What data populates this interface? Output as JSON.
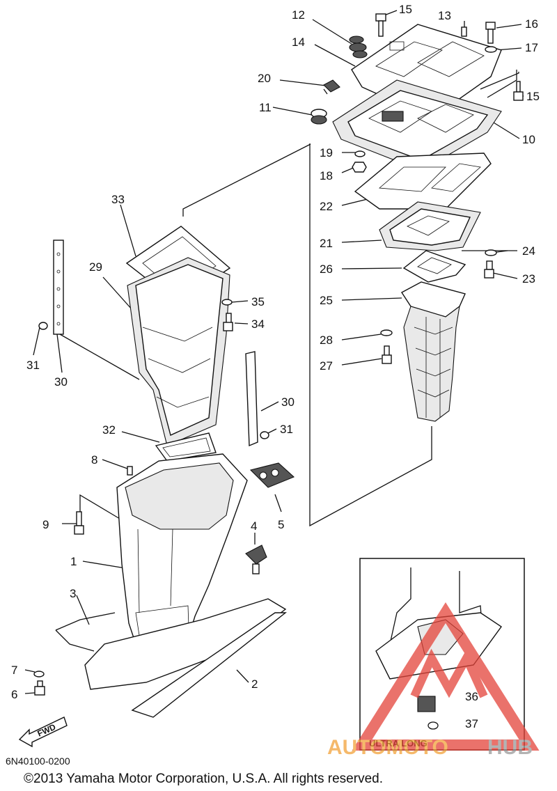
{
  "callouts": [
    {
      "id": "c12",
      "text": "12"
    },
    {
      "id": "c15a",
      "text": "15"
    },
    {
      "id": "c13",
      "text": "13"
    },
    {
      "id": "c16",
      "text": "16"
    },
    {
      "id": "c14",
      "text": "14"
    },
    {
      "id": "c17",
      "text": "17"
    },
    {
      "id": "c20",
      "text": "20"
    },
    {
      "id": "c15b",
      "text": "15"
    },
    {
      "id": "c11",
      "text": "11"
    },
    {
      "id": "c10",
      "text": "10"
    },
    {
      "id": "c19",
      "text": "19"
    },
    {
      "id": "c18",
      "text": "18"
    },
    {
      "id": "c33",
      "text": "33"
    },
    {
      "id": "c22",
      "text": "22"
    },
    {
      "id": "c21",
      "text": "21"
    },
    {
      "id": "c24",
      "text": "24"
    },
    {
      "id": "c29",
      "text": "29"
    },
    {
      "id": "c26",
      "text": "26"
    },
    {
      "id": "c23",
      "text": "23"
    },
    {
      "id": "c35",
      "text": "35"
    },
    {
      "id": "c25",
      "text": "25"
    },
    {
      "id": "c34",
      "text": "34"
    },
    {
      "id": "c28",
      "text": "28"
    },
    {
      "id": "c31a",
      "text": "31"
    },
    {
      "id": "c30a",
      "text": "30"
    },
    {
      "id": "c27",
      "text": "27"
    },
    {
      "id": "c30b",
      "text": "30"
    },
    {
      "id": "c32",
      "text": "32"
    },
    {
      "id": "c31b",
      "text": "31"
    },
    {
      "id": "c8",
      "text": "8"
    },
    {
      "id": "c9",
      "text": "9"
    },
    {
      "id": "c5",
      "text": "5"
    },
    {
      "id": "c4",
      "text": "4"
    },
    {
      "id": "c1",
      "text": "1"
    },
    {
      "id": "c3",
      "text": "3"
    },
    {
      "id": "c7",
      "text": "7"
    },
    {
      "id": "c6",
      "text": "6"
    },
    {
      "id": "c2",
      "text": "2"
    },
    {
      "id": "c36",
      "text": "36"
    },
    {
      "id": "c37",
      "text": "37"
    }
  ],
  "inset_label": "ULTRA LONG",
  "fwd_label": "FWD",
  "diagram_code": "6N40100-0200",
  "copyright": "©2013 Yamaha Motor Corporation, U.S.A. All rights reserved.",
  "watermark": {
    "part1": "AUTOMOTO",
    "part2": "HUB",
    "color_red": "#e4443a",
    "color_orange": "#f2a23a",
    "color_gray": "#9a9a9a"
  }
}
